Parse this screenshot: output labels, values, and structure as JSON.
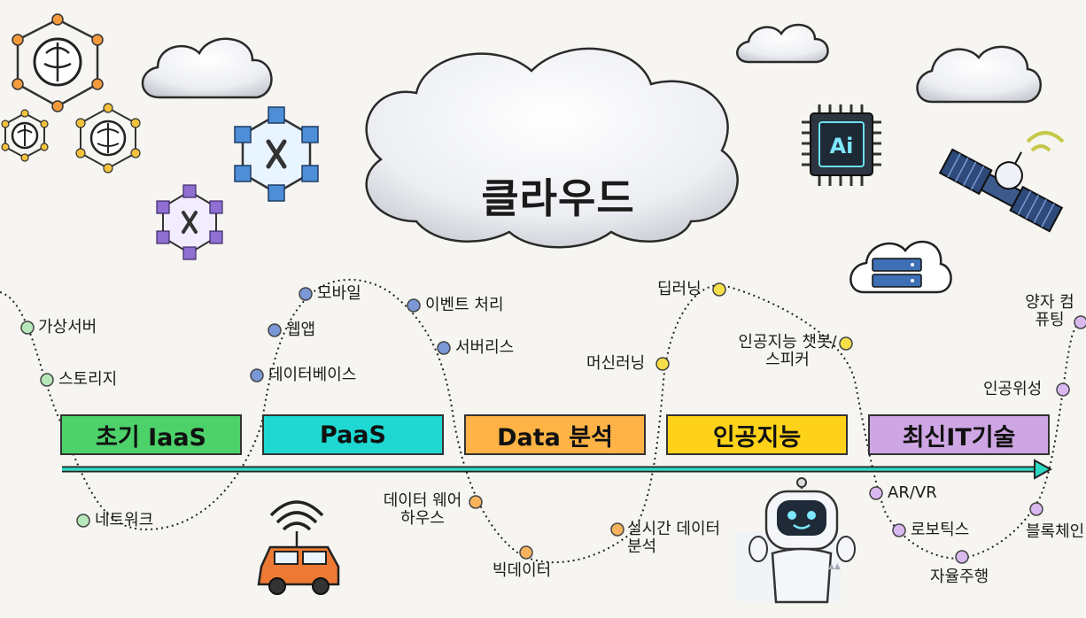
{
  "title": "클라우드",
  "stages": [
    {
      "label": "초기 IaaS",
      "color": "#4dd26a"
    },
    {
      "label": "PaaS",
      "color": "#1fd8d2"
    },
    {
      "label": "Data 분석",
      "color": "#ffb347"
    },
    {
      "label": "인공지능",
      "color": "#ffd21a"
    },
    {
      "label": "최신IT기술",
      "color": "#cfa6e4"
    }
  ],
  "milestones": {
    "iaas": [
      "가상서버",
      "스토리지",
      "네트워크"
    ],
    "paas": [
      "모바일",
      "웹앱",
      "데이터베이스"
    ],
    "data": [
      "이벤트 처리",
      "서버리스",
      "데이터 웨어하우스",
      "빅데이터",
      "실시간 데이터 분석"
    ],
    "ai": [
      "딥러닝",
      "머신러닝",
      "인공지능 챗봇/스피커"
    ],
    "latest": [
      "양자 컴퓨팅",
      "인공위성",
      "AR/VR",
      "로보틱스",
      "자율주행",
      "블록체인"
    ]
  },
  "robot_screen_text": "▲▲"
}
